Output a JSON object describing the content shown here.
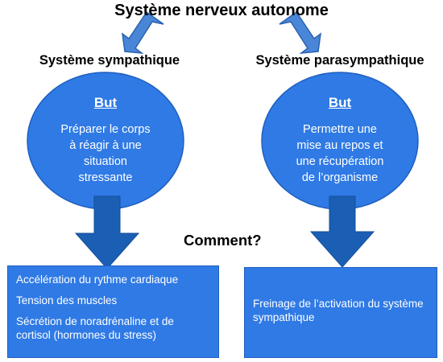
{
  "title": "Système nerveux autonome",
  "branches": [
    {
      "name": "Système sympathique",
      "goal_heading": "But",
      "goal_lines": [
        "Préparer le corps",
        "à réagir à une",
        "situation",
        "stressante"
      ],
      "effects": [
        "Accélération du rythme cardiaque",
        "Tension des muscles",
        "Sécrétion de noradrénaline et de cortisol (hormones du stress)"
      ]
    },
    {
      "name": "Système parasympathique",
      "goal_heading": "But",
      "goal_lines": [
        "Permettre une",
        "mise au repos et",
        "une récupération",
        "de l’organisme"
      ],
      "effects": [
        "Freinage de l’activation du système sympathique"
      ]
    }
  ],
  "question": "Comment?",
  "colors": {
    "circle_fill": "#2f7ae5",
    "circle_stroke": "#1f5fbf",
    "arrow_fill": "#2f7ae5",
    "big_arrow_fill": "#1a5fb4",
    "box_fill": "#2f7ae5"
  }
}
